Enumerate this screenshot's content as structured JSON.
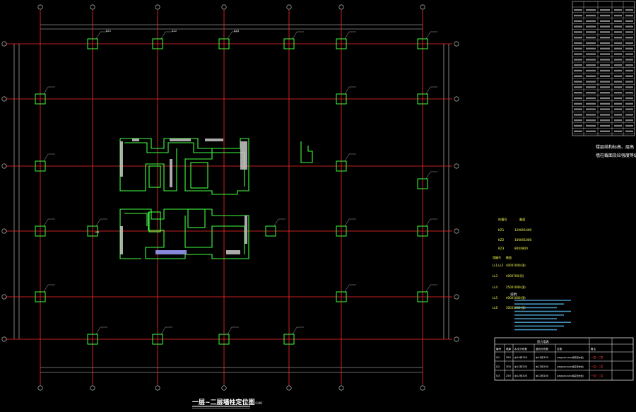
{
  "drawing": {
    "title": "一层~二层墙柱定位图",
    "scale": "1:100",
    "colors": {
      "axis": "#ff2a2a",
      "grid_line": "#d4d4d4",
      "column": "#40ff40",
      "wall_fill": "#c8c8c8",
      "label": "#ffffff",
      "tag": "#ffff55",
      "note": "#60c8ff",
      "accent": "#ff4040"
    }
  },
  "column_labels": {
    "kz1": "KZ1",
    "kz2": "KZ2",
    "kz3": "KZ3",
    "lz1": "LZ1"
  },
  "legend_text": {
    "heading": "楼层结构标高、层高",
    "subheading": "墙柱截面及砼强度等级"
  },
  "kz_table": {
    "header": [
      "柱编号",
      "截面"
    ],
    "rows": [
      [
        "KZ1",
        "1200X1400"
      ],
      [
        "KZ2",
        "1000X1000"
      ],
      [
        "KZ3",
        "800X800"
      ]
    ]
  },
  "wall_table": {
    "header": [
      "墙编号",
      "截面"
    ],
    "rows": [
      [
        "LL1,LL2",
        "400X1000(顶)"
      ],
      [
        "LL3",
        "400X700(顶)"
      ],
      [
        "LL4",
        "250X1000(顶)"
      ],
      [
        "LL5",
        "400X1000(顶)"
      ],
      [
        "LL6",
        "300X1000(顶)"
      ]
    ]
  },
  "notes_title": "说明:",
  "bottom_table": {
    "title": "剪力墙表",
    "header": [
      "编号",
      "墙厚",
      "水平分布筋",
      "竖向分布筋",
      "拉筋",
      "备注"
    ],
    "rows": [
      [
        "Q1",
        "350",
        "ф14@150",
        "ф14@150",
        "ф8@450x450(梅花形布置)",
        "一层~二层"
      ],
      [
        "Q2",
        "300",
        "ф12@200",
        "ф12@200",
        "ф8@600x600(梅花形布置)",
        "一层~二层"
      ],
      [
        "Q3",
        "250",
        "ф12@200",
        "ф12@200",
        "ф8@600x600(梅花形布置)",
        "一层~二层"
      ]
    ]
  }
}
